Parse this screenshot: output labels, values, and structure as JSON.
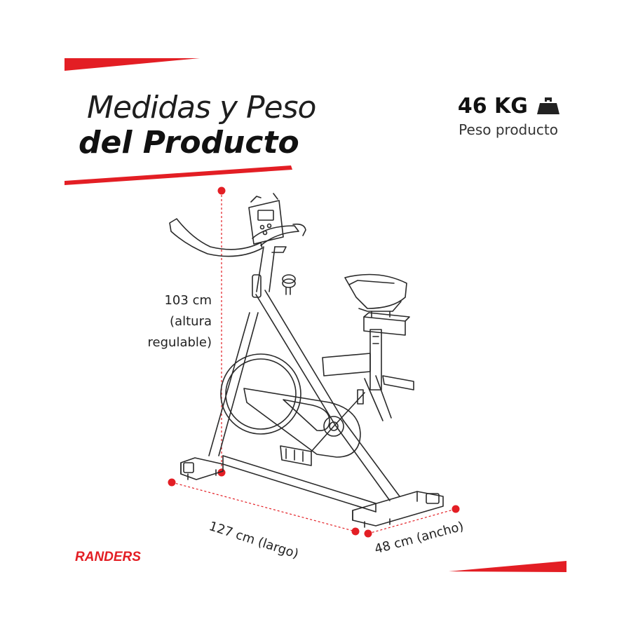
{
  "title": {
    "line1": "Medidas y Peso",
    "line2": "del Producto"
  },
  "weight": {
    "value": "46 KG",
    "label": "Peso producto",
    "icon": "weight-icon"
  },
  "dimensions": {
    "height": [
      "103 cm",
      "(altura",
      "regulable)"
    ],
    "length": "127 cm (largo)",
    "width": "48 cm (ancho)"
  },
  "brand": "RANDERS",
  "colors": {
    "accent": "#e31e24",
    "text": "#222222",
    "background": "#ffffff"
  }
}
